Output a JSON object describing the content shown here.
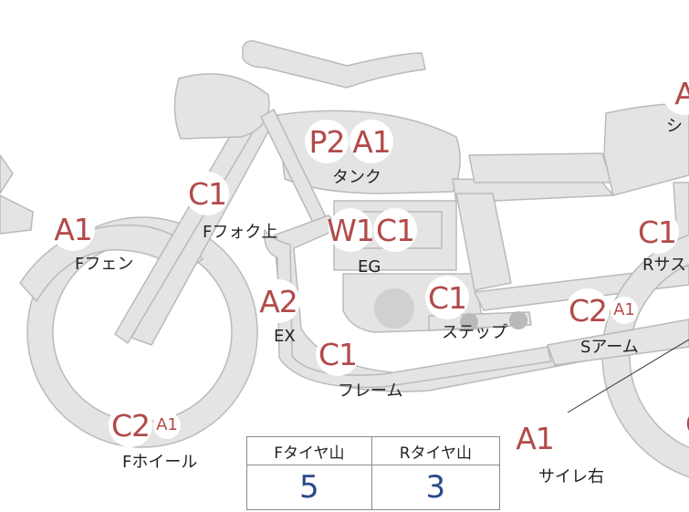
{
  "parts": [
    {
      "id": "tank",
      "grades": [
        "P2",
        "A1"
      ],
      "label": "タンク"
    },
    {
      "id": "front-fork-upper",
      "grades": [
        "C1"
      ],
      "label": "Fフォク上"
    },
    {
      "id": "front-fender",
      "grades": [
        "A1"
      ],
      "label": "Fフェン"
    },
    {
      "id": "engine",
      "grades": [
        "W1",
        "C1"
      ],
      "label": "EG"
    },
    {
      "id": "exhaust",
      "grades": [
        "A2"
      ],
      "label": "EX"
    },
    {
      "id": "frame",
      "grades": [
        "C1"
      ],
      "label": "フレーム"
    },
    {
      "id": "step",
      "grades": [
        "C1"
      ],
      "label": "ステップ"
    },
    {
      "id": "swing-arm",
      "grades": [
        "C2",
        "A1"
      ],
      "label": "Sアーム"
    },
    {
      "id": "front-wheel",
      "grades": [
        "C2",
        "A1"
      ],
      "label": "Fホイール"
    },
    {
      "id": "silencer-right",
      "grades": [
        "A1"
      ],
      "label": "サイレ右"
    },
    {
      "id": "rear-suspension",
      "grades": [
        "C1"
      ],
      "label": "Rサス"
    },
    {
      "id": "seat",
      "grades": [
        "A"
      ],
      "label": "シ"
    },
    {
      "id": "rear-wheel",
      "grades": [
        "C"
      ],
      "label": ""
    }
  ],
  "tire_table": {
    "headers": [
      "Fタイヤ山",
      "Rタイヤ山"
    ],
    "values": [
      "5",
      "3"
    ]
  },
  "colors": {
    "grade_text": "#b24a4a",
    "tire_value": "#2a4a8a",
    "part_fill": "#e3e4e3",
    "part_stroke": "#b9bbba"
  }
}
